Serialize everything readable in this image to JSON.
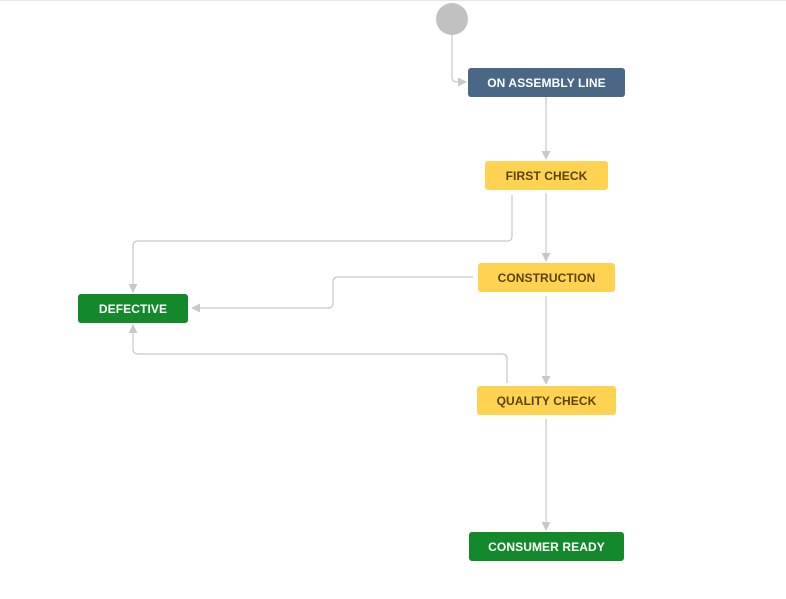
{
  "workflow": {
    "start_marker": "start-circle-icon",
    "colors": {
      "in_progress": "#4a6785",
      "to_do": "#ffd351",
      "to_do_text": "#594300",
      "done": "#14892c",
      "connector": "#c8c8c8",
      "start_circle": "#c1c1c1"
    },
    "statuses": [
      {
        "id": "on-assembly-line",
        "label": "ON ASSEMBLY LINE",
        "category": "in_progress"
      },
      {
        "id": "first-check",
        "label": "FIRST CHECK",
        "category": "to_do"
      },
      {
        "id": "construction",
        "label": "CONSTRUCTION",
        "category": "to_do"
      },
      {
        "id": "defective",
        "label": "DEFECTIVE",
        "category": "done"
      },
      {
        "id": "quality-check",
        "label": "QUALITY CHECK",
        "category": "to_do"
      },
      {
        "id": "consumer-ready",
        "label": "CONSUMER READY",
        "category": "done"
      }
    ],
    "transitions": [
      {
        "from": "start",
        "to": "on-assembly-line"
      },
      {
        "from": "on-assembly-line",
        "to": "first-check"
      },
      {
        "from": "first-check",
        "to": "construction"
      },
      {
        "from": "first-check",
        "to": "defective"
      },
      {
        "from": "construction",
        "to": "defective"
      },
      {
        "from": "construction",
        "to": "quality-check"
      },
      {
        "from": "quality-check",
        "to": "defective"
      },
      {
        "from": "quality-check",
        "to": "consumer-ready"
      }
    ]
  }
}
